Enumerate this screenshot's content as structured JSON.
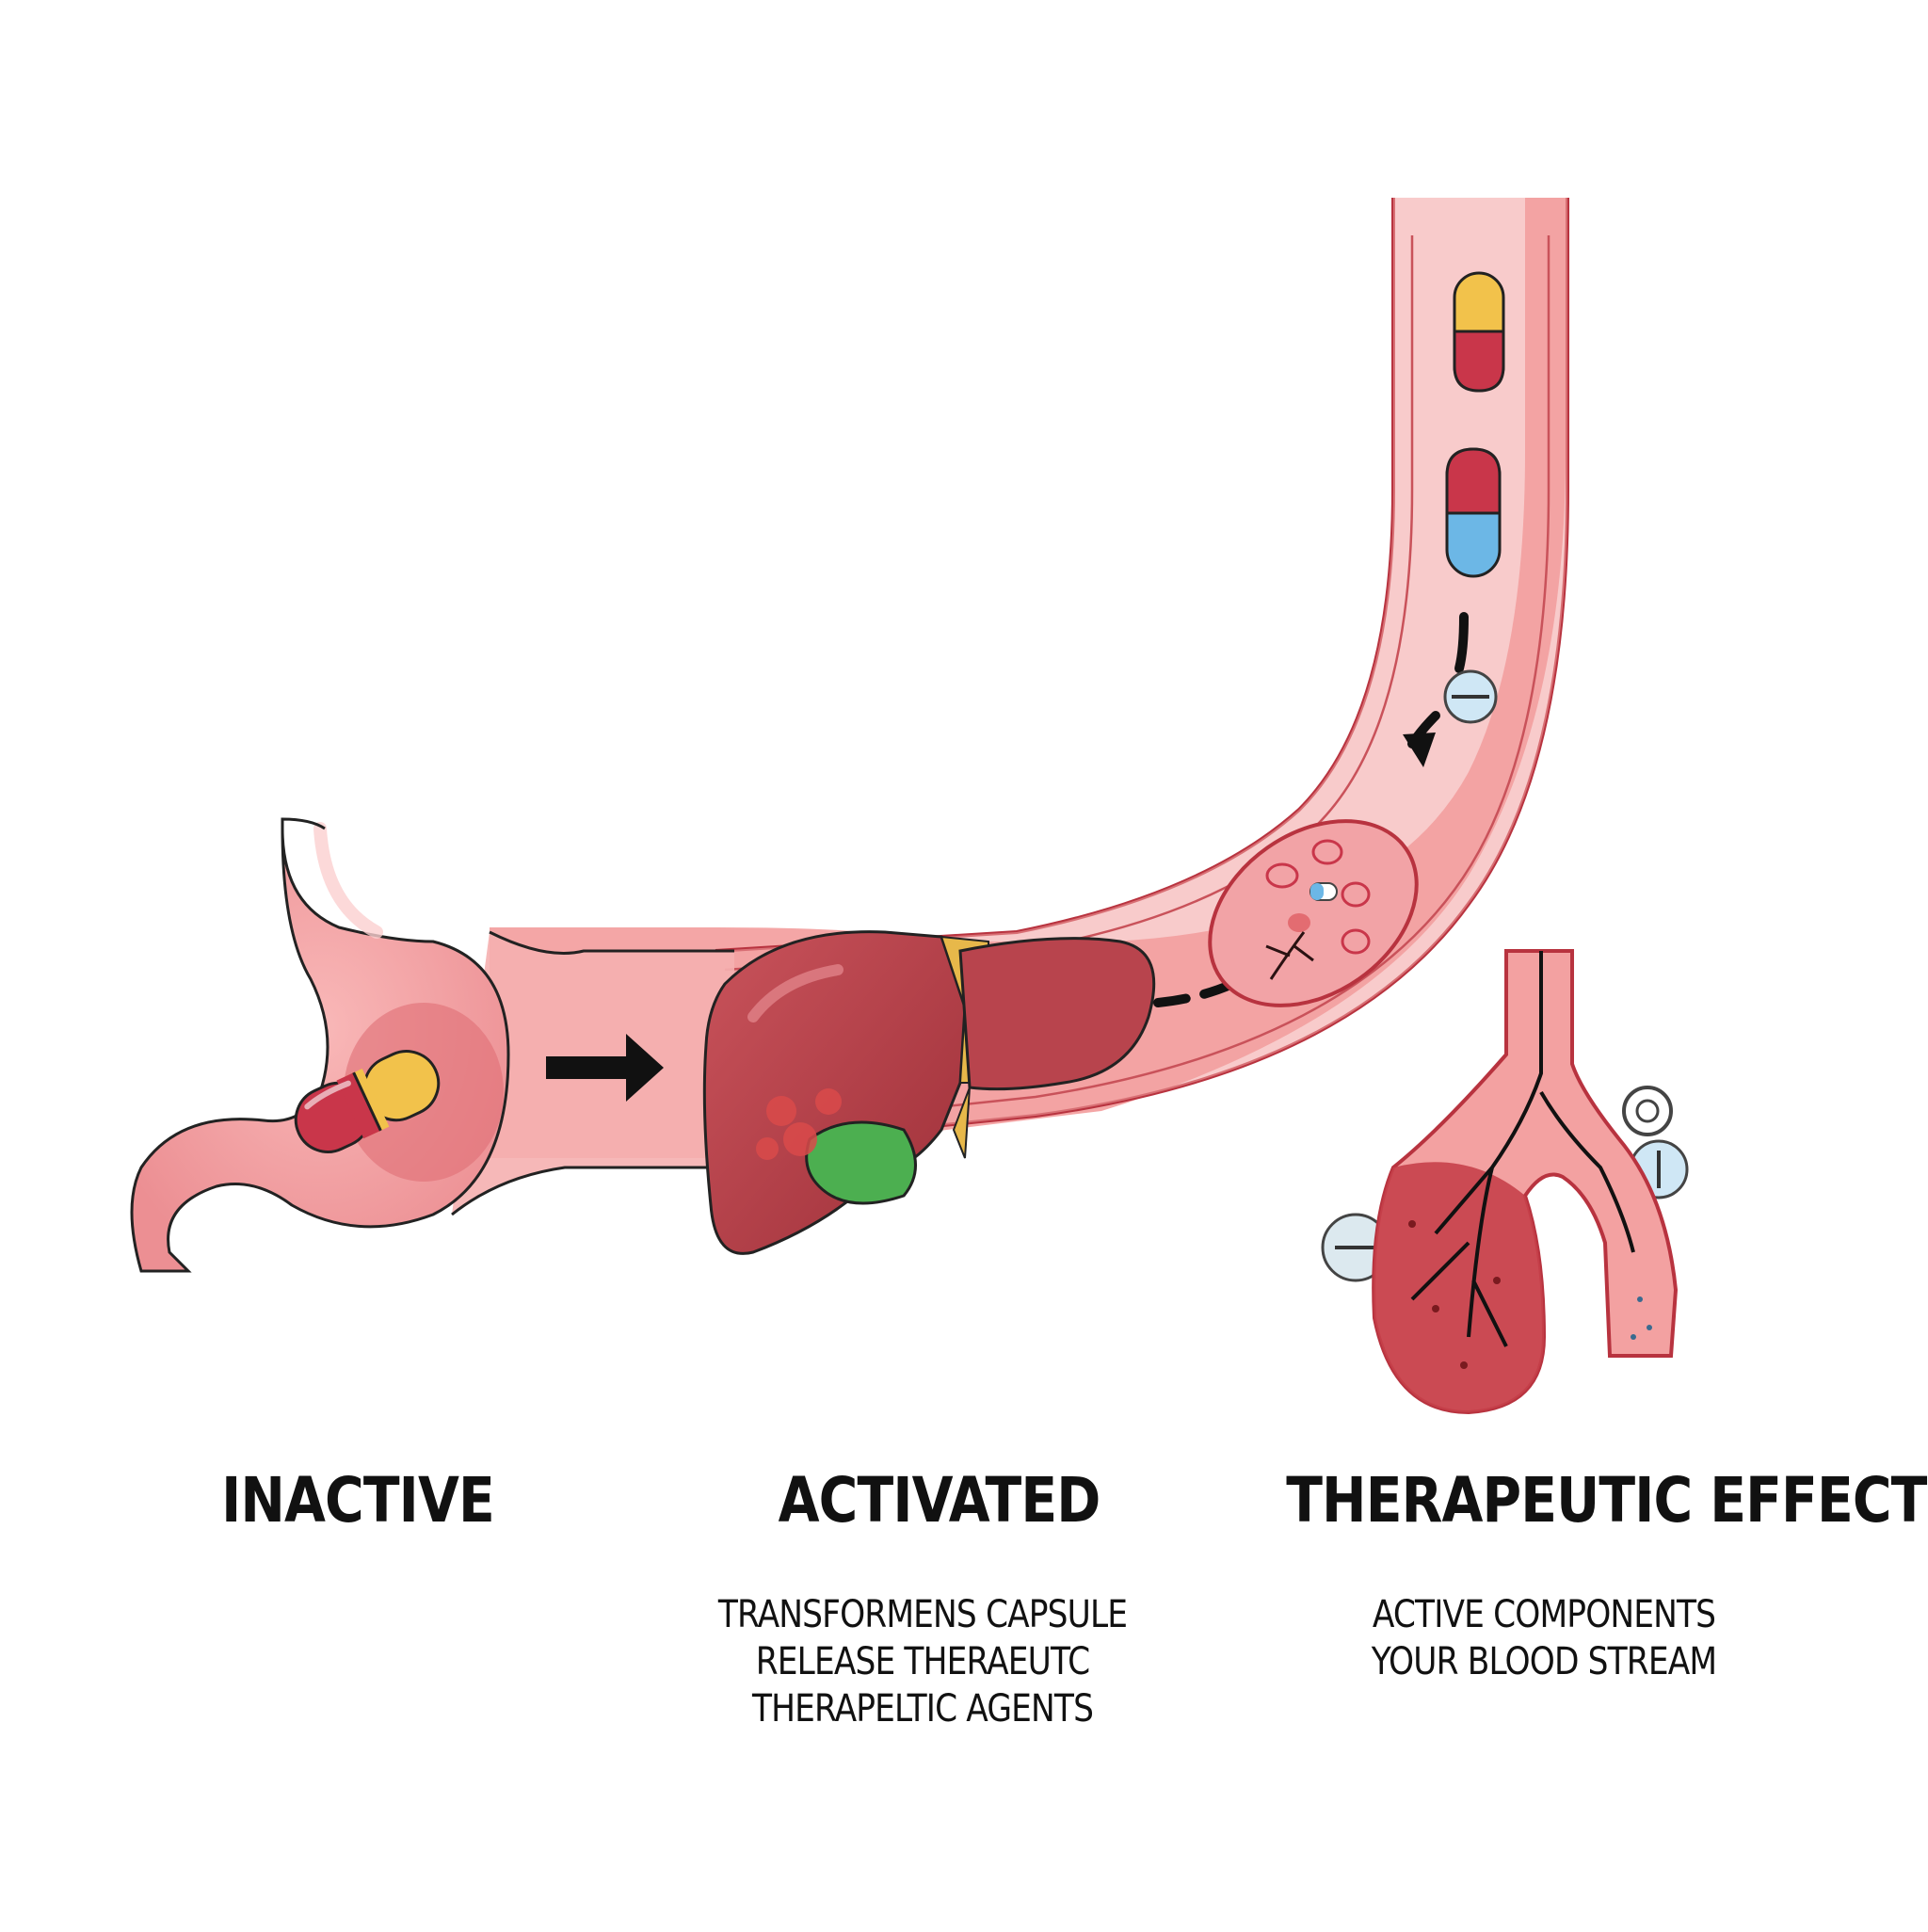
{
  "stages": [
    {
      "title": "INACTIVE",
      "lines": []
    },
    {
      "title": "ACTIVATED",
      "lines": [
        "TRANSFORMENS CAPSULE",
        "RELEASE THERAEUTC",
        "THERAPELTIC AGENTS"
      ]
    },
    {
      "title": "THERAPEUTIC EFFECT",
      "lines": [
        "ACTIVE COMPONENTS",
        "YOUR BLOOD STREAM"
      ]
    }
  ],
  "colors": {
    "tissue": "#f3a1a1",
    "tissue_dark": "#e47f82",
    "outline": "#b8333f",
    "liver": "#b8444d",
    "gallbladder": "#4caf50",
    "bile": "#e7b84a",
    "capsule_red": "#c9364a",
    "capsule_yellow": "#f2c24b",
    "capsule_blue": "#6cb7e6",
    "arrow": "#111111"
  },
  "icons": [
    "capsule-icon",
    "arrow-icon",
    "stomach-icon",
    "liver-icon",
    "intestine-icon",
    "blood-vessel-icon",
    "tablet-icon"
  ]
}
